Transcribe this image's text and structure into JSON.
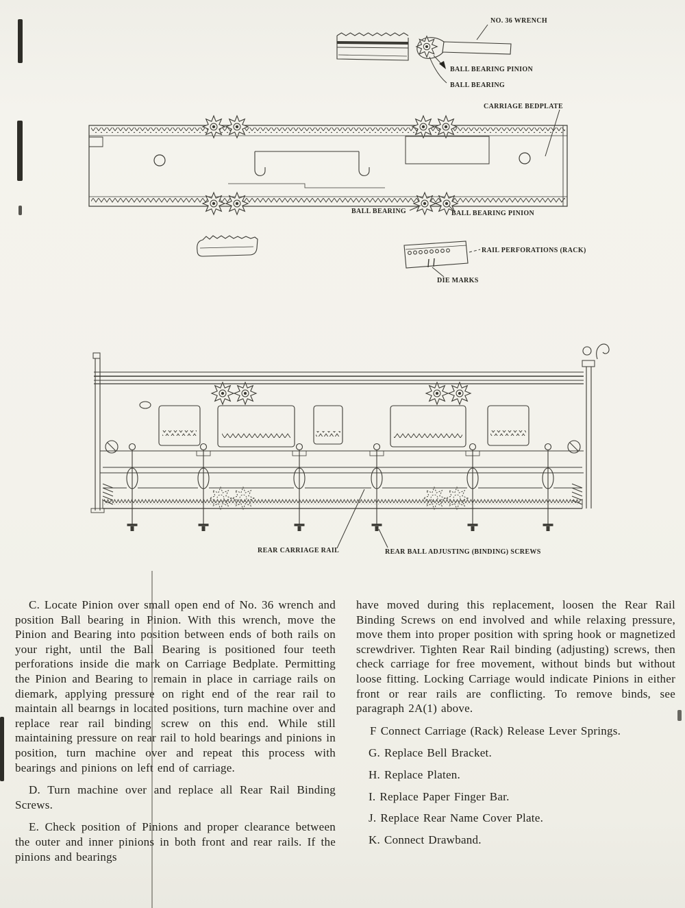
{
  "page": {
    "background": "#f3f2eb",
    "ink": "#26251f"
  },
  "labels": {
    "no36_wrench": "NO. 36 WRENCH",
    "ball_bearing_pinion_top": "BALL BEARING PINION",
    "ball_bearing_top": "BALL BEARING",
    "carriage_bedplate": "CARRIAGE BEDPLATE",
    "ball_bearing_mid": "BALL BEARING",
    "ball_bearing_pinion_mid": "BALL BEARING PINION",
    "rail_perforations": "RAIL PERFORATIONS (RACK)",
    "die_marks": "DIE MARKS",
    "rear_carriage_rail": "REAR CARRIAGE RAIL",
    "rear_ball_adjusting_screws": "REAR BALL ADJUSTING (BINDING) SCREWS"
  },
  "text": {
    "col_left": {
      "para_c": "C. Locate Pinion over small open end of No. 36 wrench and position Ball bearing in Pinion. With this wrench, move the Pinion and Bearing into position between ends of both rails on your right, until the Ball Bearing is positioned four teeth perforations inside die mark on Carriage Bedplate. Permitting the Pinion and Bearing to remain in place in carriage rails on diemark, applying pressure on right end of the rear rail to maintain all bearngs in located positions, turn machine over and replace rear rail binding screw on this end. While still maintaining pressure on rear rail to hold bearings and pinions in position, turn machine over and repeat this process with bearings and pinions on left end of carriage.",
      "para_d": "D. Turn machine over and replace all Rear Rail Binding Screws.",
      "para_e": "E. Check position of Pinions and proper clearance between the outer and inner pinions in both front and rear rails. If the pinions and bearings"
    },
    "col_right": {
      "para_cont": "have moved during this replacement, loosen the Rear Rail Binding Screws on end involved and while relaxing pressure, move them into proper position with spring hook or magnetized screwdriver. Tighten Rear Rail binding (adjusting) screws, then check carriage for free movement, without binds but without loose fitting. Locking Carriage would indicate Pinions in either front or rear rails are conflicting. To remove binds, see paragraph 2A(1) above.",
      "para_f": "F Connect Carriage (Rack) Release Lever Springs.",
      "items": [
        "G. Replace Bell Bracket.",
        "H. Replace Platen.",
        "I.  Replace Paper Finger Bar.",
        "J.  Replace Rear Name Cover Plate.",
        "K. Connect Drawband."
      ]
    }
  }
}
